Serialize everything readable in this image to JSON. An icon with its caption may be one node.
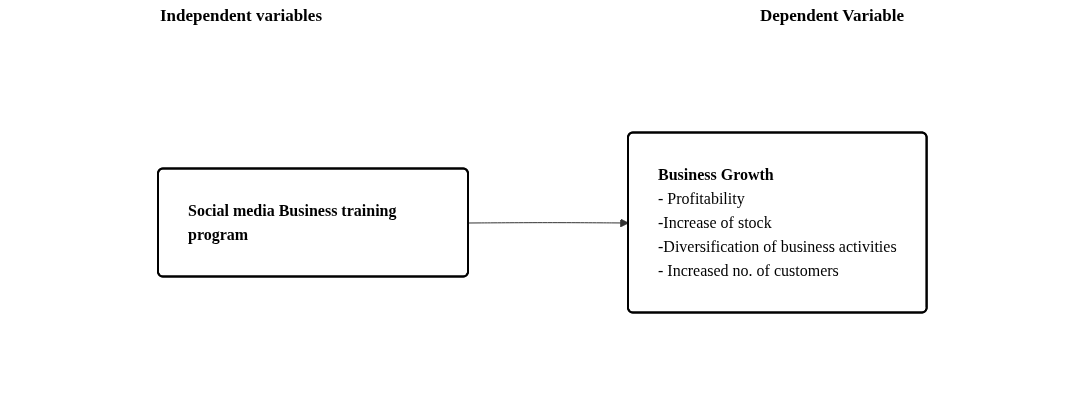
{
  "diagram": {
    "nodes": [
      {
        "text": [
          "Social media Business training program"
        ]
      },
      {
        "text": [
          "Business Growth",
          "- Profitability",
          "-Increase of stock",
          "-Diversification of business activities",
          "- Increased no. of customers"
        ]
      }
    ],
    "edges": [
      {
        "from": 0,
        "to": 1,
        "arrow": "to"
      }
    ],
    "labels": [
      "Independent variables",
      "Dependent Variable"
    ]
  }
}
